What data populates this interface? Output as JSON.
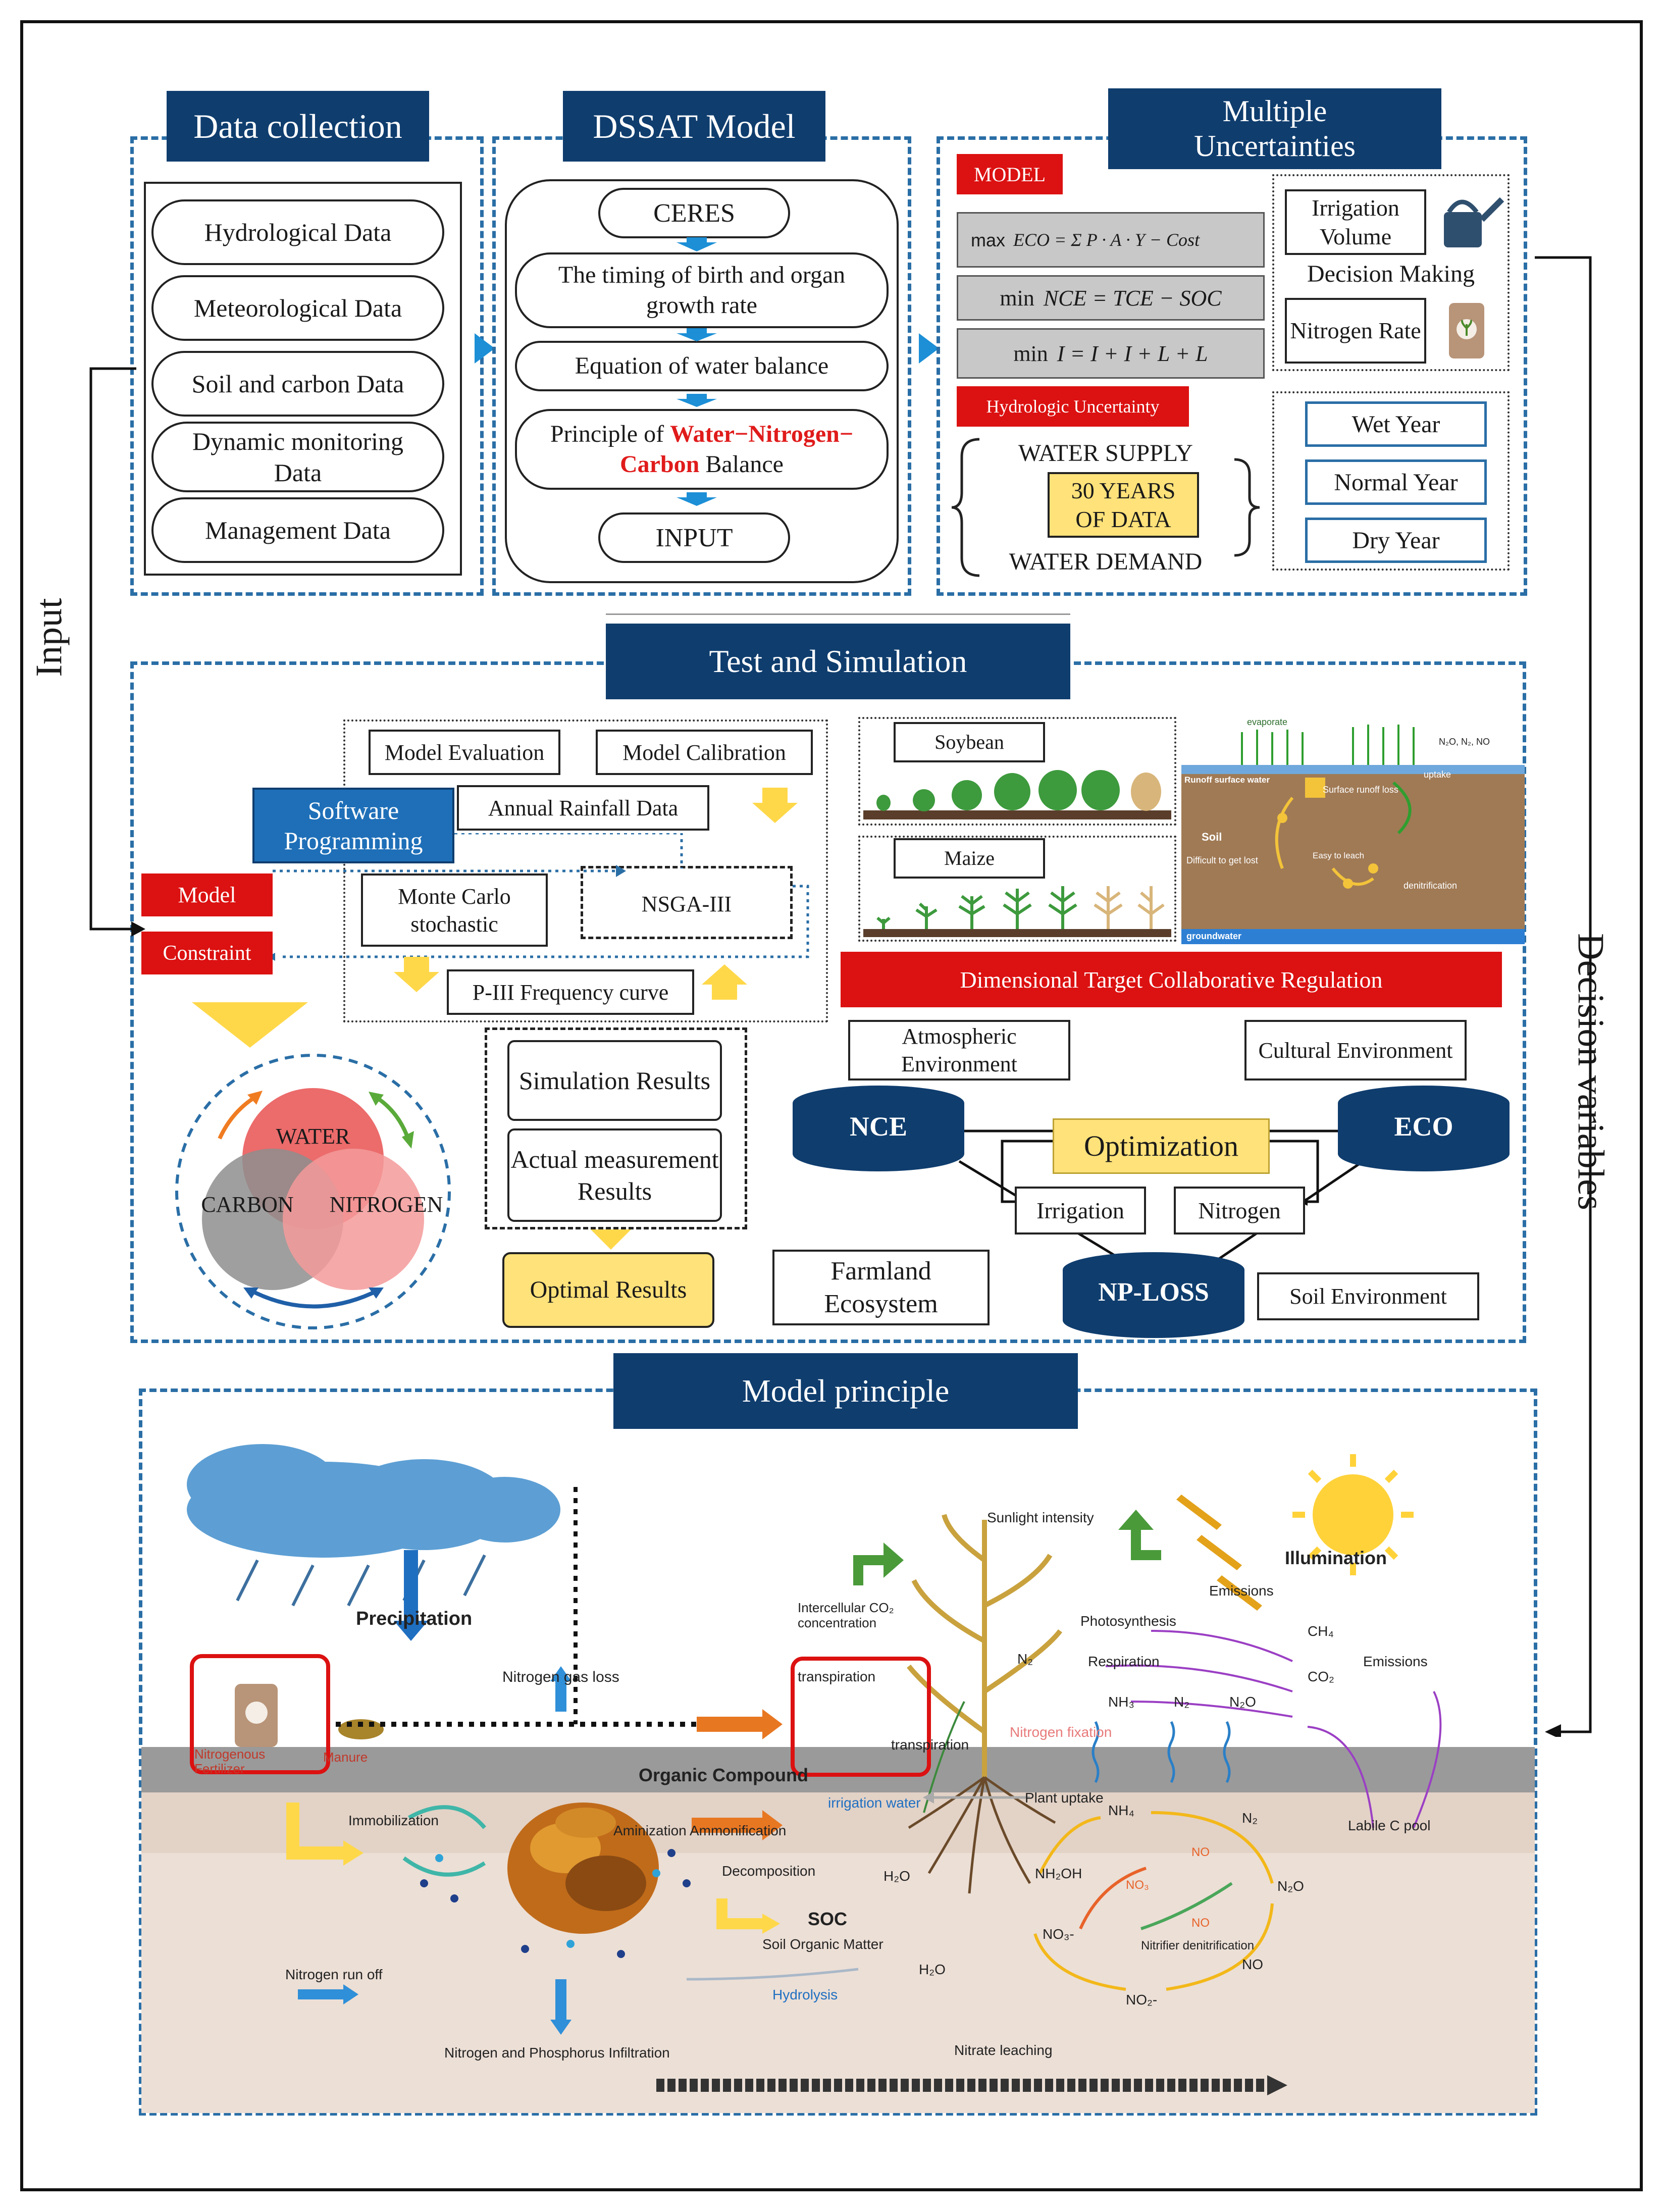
{
  "side_labels": {
    "input": "Input",
    "decision": "Decision variables"
  },
  "data_collection": {
    "title": "Data collection",
    "items": [
      "Hydrological Data",
      "Meteorological Data",
      "Soil and carbon Data",
      "Dynamic monitoring Data",
      "Management Data"
    ]
  },
  "dssat": {
    "title": "DSSAT Model",
    "ceres": "CERES",
    "timing": "The timing of birth and organ growth rate",
    "water_balance": "Equation of water balance",
    "principle_prefix": "Principle of ",
    "principle_red_1": "Water−Nitrogen−",
    "principle_red_2": "Carbon",
    "principle_suffix": " Balance",
    "input": "INPUT"
  },
  "uncertainties": {
    "title_1": "Multiple",
    "title_2": "Uncertainties",
    "model_flag": "MODEL",
    "eq1_prefix": "max",
    "eq1": "ECO = Σ P · A · Y − Cost",
    "eq2_prefix": "min",
    "eq2": "NCE = TCE − SOC",
    "eq3_prefix": "min",
    "eq3": "I = I + I + L + L",
    "hydro_flag": "Hydrologic Uncertainty",
    "water_supply": "WATER SUPPLY",
    "thirty_years": "30 YEARS OF DATA",
    "water_demand": "WATER DEMAND",
    "irrigation_volume": "Irrigation Volume",
    "decision_making": "Decision  Making",
    "nitrogen_rate": "Nitrogen Rate",
    "years": [
      "Wet Year",
      "Normal Year",
      "Dry Year"
    ]
  },
  "test_sim": {
    "title": "Test and Simulation",
    "model_evaluation": "Model Evaluation",
    "model_calibration": "Model Calibration",
    "annual_rainfall": "Annual Rainfall Data",
    "software_programming": "Software Programming",
    "monte_carlo": "Monte Carlo stochastic",
    "nsga": "NSGA-III",
    "p3_curve": "P-III Frequency curve",
    "model_flag": "Model",
    "constraint_flag": "Constraint",
    "venn": {
      "water": "WATER",
      "carbon": "CARBON",
      "nitrogen": "NITROGEN"
    },
    "simulation_results": "Simulation Results",
    "actual_results": "Actual measurement Results",
    "optimal_results": "Optimal Results",
    "soybean": "Soybean",
    "maize": "Maize",
    "dimensional": "Dimensional Target Collaborative Regulation",
    "atmospheric": "Atmospheric Environment",
    "cultural": "Cultural Environment",
    "nce": "NCE",
    "eco": "ECO",
    "optimization": "Optimization",
    "irrigation": "Irrigation",
    "nitrogen": "Nitrogen",
    "np_loss": "NP-LOSS",
    "farmland": "Farmland Ecosystem",
    "soil_env": "Soil Environment",
    "soil_diagram": {
      "evaporate": "evaporate",
      "gases": "N₂O, N₂, NO",
      "runoff": "Runoff surface water",
      "surface_runoff_loss": "Surface runoff loss",
      "uptake": "uptake",
      "soil": "Soil",
      "difficult": "Difficult to get lost",
      "easy_leach": "Easy to leach",
      "denitrification": "denitrification",
      "groundwater": "groundwater"
    }
  },
  "principle": {
    "title": "Model principle",
    "labels": {
      "precipitation": "Precipitation",
      "nitrogen_gas_loss": "Nitrogen gas loss",
      "nitrogenous_fertilizer": "Nitrogenous Fertilizer",
      "manure": "Manure",
      "transpiration_box": "transpiration",
      "transpiration_arrow": "transpiration",
      "irrigation_water": "irrigation water",
      "organic_compound": "Organic Compound",
      "immobilization": "Immobilization",
      "amin": "Aminization Ammonification",
      "decomposition": "Decomposition",
      "soc": "SOC",
      "som": "Soil Organic Matter",
      "h2o_1": "H₂O",
      "h2o_2": "H₂O",
      "hydrolysis": "Hydrolysis",
      "nitrogen_run_off": "Nitrogen run off",
      "np_infiltration": "Nitrogen and Phosphorus Infiltration",
      "nitrate_leaching": "Nitrate leaching",
      "sunlight": "Sunlight intensity",
      "illumination": "Illumination",
      "intercellular": "Intercellular CO₂ concentration",
      "photosynthesis": "Photosynthesis",
      "respiration": "Respiration",
      "emissions_1": "Emissions",
      "emissions_2": "Emissions",
      "ch4": "CH₄",
      "co2": "CO₂",
      "n2_plant": "N₂",
      "nitrogen_fixation": "Nitrogen fixation",
      "nh3": "NH₃",
      "n2_top": "N₂",
      "n2o_top": "N₂O",
      "plant_uptake": "Plant uptake",
      "nh4": "NH₄",
      "n2_cycle": "N₂",
      "nh2oh": "NH₂OH",
      "no_red_1": "NO",
      "no3_red": "NO₃",
      "no_red_2": "NO",
      "n2o_cycle": "N₂O",
      "no3_cycle": "NO₃-",
      "nitrifier_denit": "Nitrifier denitrification",
      "no_cycle": "NO",
      "no2_cycle": "NO₂-",
      "labile_c": "Labile C pool"
    }
  }
}
